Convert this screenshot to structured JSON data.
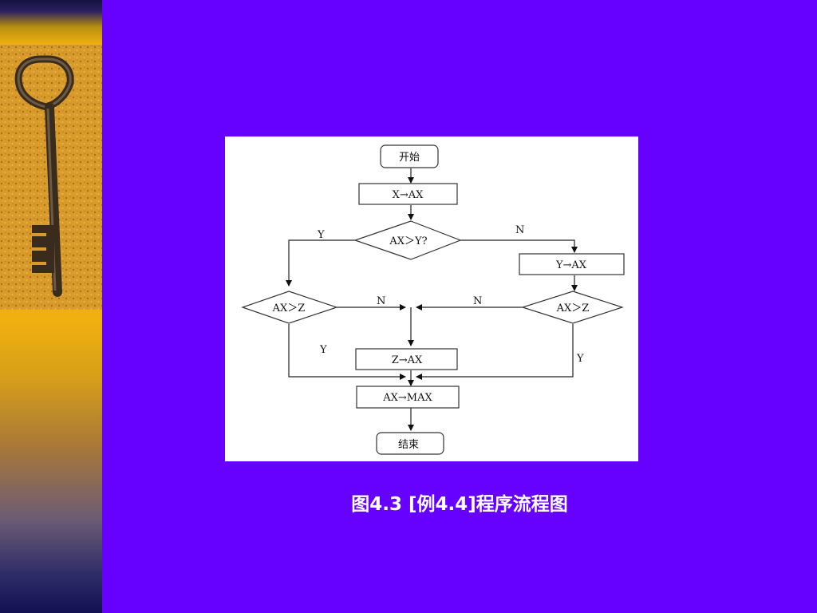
{
  "slide": {
    "caption": "图4.3    [例4.4]程序流程图",
    "background_color": "#6600ff",
    "sidebar_colors": [
      "#141240",
      "#f0b010",
      "#a87838",
      "#121050"
    ]
  },
  "sidebar": {
    "image": "key-photo"
  },
  "flowchart": {
    "nodes": {
      "start": "开始",
      "assign_x": "X→AX",
      "cmp_y": "AX＞Y?",
      "assign_y": "Y→AX",
      "cmp_z_left": "AX＞Z",
      "cmp_z_right": "AX＞Z",
      "assign_z": "Z→AX",
      "assign_max": "AX→MAX",
      "end": "结束"
    },
    "labels": {
      "cmp_y_yes": "Y",
      "cmp_y_no": "N",
      "left_no": "N",
      "right_no": "N",
      "left_yes": "Y",
      "right_yes": "Y"
    }
  }
}
